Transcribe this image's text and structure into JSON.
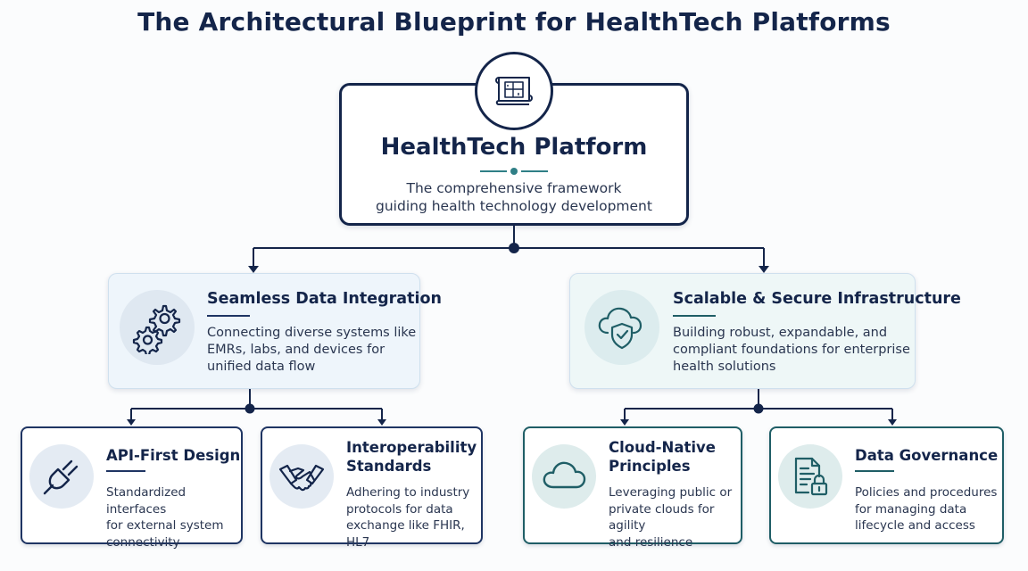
{
  "title": "The Architectural Blueprint for HealthTech Platforms",
  "root": {
    "icon": "blueprint-scroll-icon",
    "title": "HealthTech Platform",
    "description_lines": [
      "The comprehensive framework",
      "guiding health technology development"
    ]
  },
  "branches": [
    {
      "title": "Seamless Data Integration",
      "icon": "gears-icon",
      "description_lines": [
        "Connecting diverse systems like",
        "EMRs, labs, and devices for",
        "unified data flow"
      ],
      "accent": "#1f3563",
      "children": [
        {
          "title_lines": [
            "API-First Design"
          ],
          "icon": "plug-icon",
          "description_lines": [
            "Standardized interfaces",
            "for external system",
            "connectivity"
          ]
        },
        {
          "title_lines": [
            "Interoperability",
            "Standards"
          ],
          "icon": "handshake-icon",
          "description_lines": [
            "Adhering to industry",
            "protocols for data",
            "exchange like FHIR, HL7"
          ]
        }
      ]
    },
    {
      "title": "Scalable & Secure Infrastructure",
      "icon": "cloud-shield-icon",
      "description_lines": [
        "Building robust, expandable, and",
        "compliant foundations for enterprise",
        "health solutions"
      ],
      "accent": "#1f5e66",
      "children": [
        {
          "title_lines": [
            "Cloud-Native",
            "Principles"
          ],
          "icon": "cloud-icon",
          "description_lines": [
            "Leveraging public or",
            "private clouds for agility",
            "and resilience"
          ]
        },
        {
          "title_lines": [
            "Data Governance"
          ],
          "icon": "document-lock-icon",
          "description_lines": [
            "Policies and procedures",
            "for managing data",
            "lifecycle and access"
          ]
        }
      ]
    }
  ],
  "colors": {
    "navy": "#14254a",
    "teal": "#1f5e66",
    "accent_rule": "#2f7f86"
  }
}
